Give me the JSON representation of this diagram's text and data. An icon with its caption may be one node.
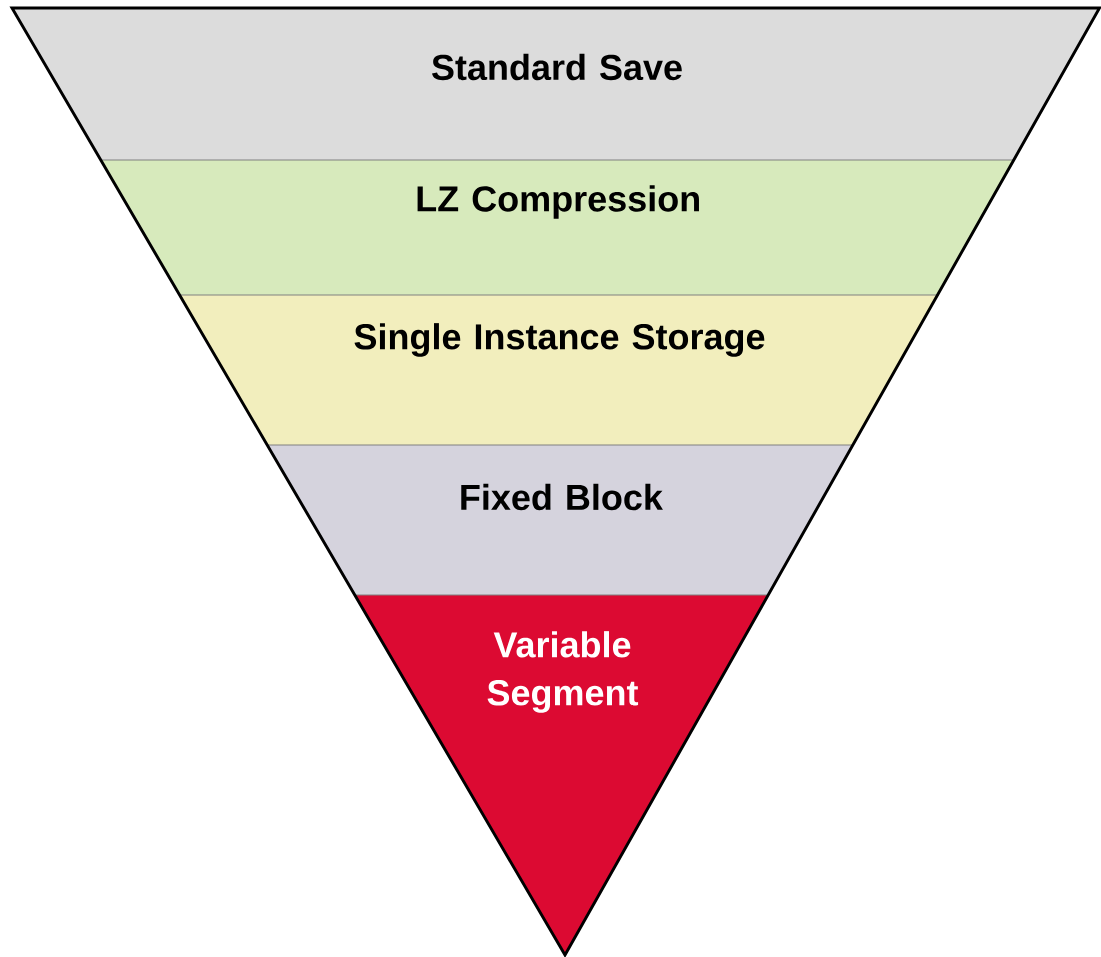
{
  "diagram": {
    "nodes": [
      {
        "text": [
          "Standard Save"
        ]
      },
      {
        "text": [
          "LZ Compression"
        ]
      },
      {
        "text": [
          "Single Instance Storage"
        ]
      },
      {
        "text": [
          "Fixed Block"
        ]
      },
      {
        "text": [
          "Variable Segment"
        ]
      }
    ]
  }
}
